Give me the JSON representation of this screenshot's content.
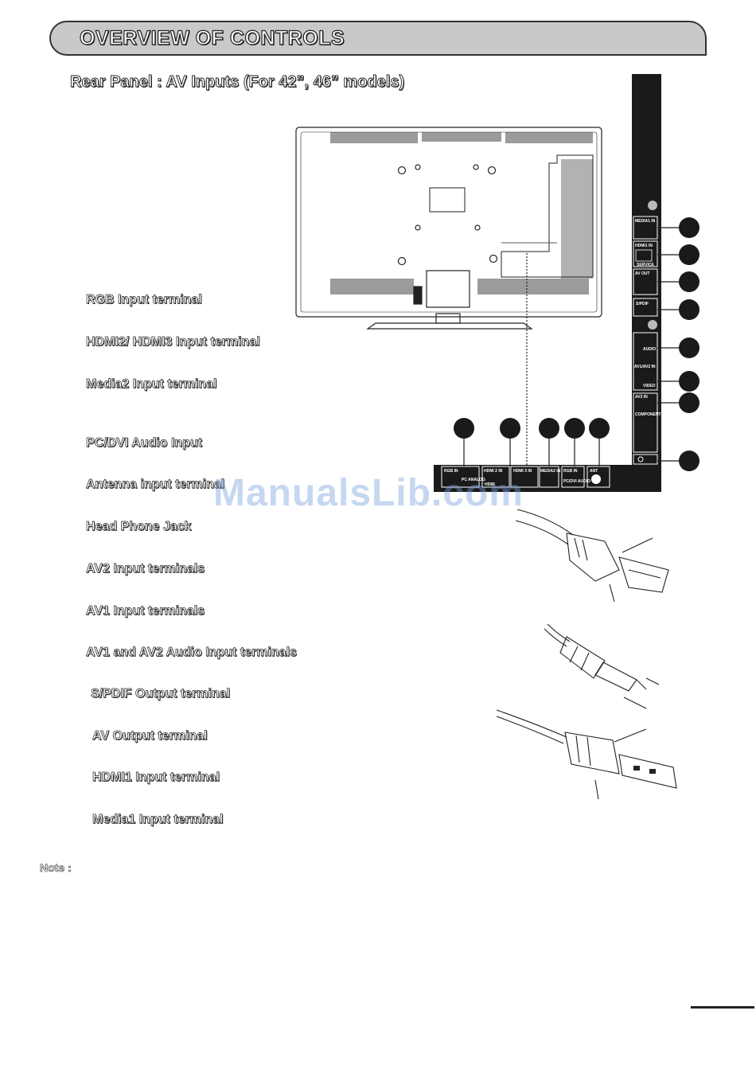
{
  "header": {
    "title": "OVERVIEW OF CONTROLS"
  },
  "subtitle": "Rear Panel : AV Inputs (For  42”, 46” models)",
  "labels": [
    "RGB Input terminal",
    "HDMI2/ HDMI3 Input terminal",
    "Media2 Input terminal",
    "PC/DVI Audio Input",
    "Antenna input terminal",
    "Head Phone Jack",
    "AV2 Input terminals",
    "AV1 Input terminals",
    "AV1 and AV2 Audio Input terminals",
    "S/PDIF Output terminal",
    "AV Output terminal",
    "HDMI1 Input terminal",
    "Media1 Input terminal"
  ],
  "note": "Note :",
  "watermark": "ManualsLib.com",
  "bottom_ports": [
    "RGB IN",
    "PC ANALOG",
    "HDMI 2 IN",
    "HDMI 3 IN",
    "MEDIA2 IN",
    "RGB IN",
    "PC/DVI AUDIO",
    "ANT"
  ],
  "side_ports": [
    "MEDIA1 IN",
    "HDMI1 IN",
    "SERVICE",
    "AV OUT",
    "S/PDIF",
    "AUDIO",
    "AV1/AV2 IN",
    "VIDEO",
    "AV2 IN",
    "COMPONENT VIDEO"
  ],
  "hdmi_logo": "HDMI",
  "colors": {
    "header_bg": "#c9c9c9",
    "panel_black": "#1a1a1a",
    "watermark": "#8fb0dc"
  }
}
